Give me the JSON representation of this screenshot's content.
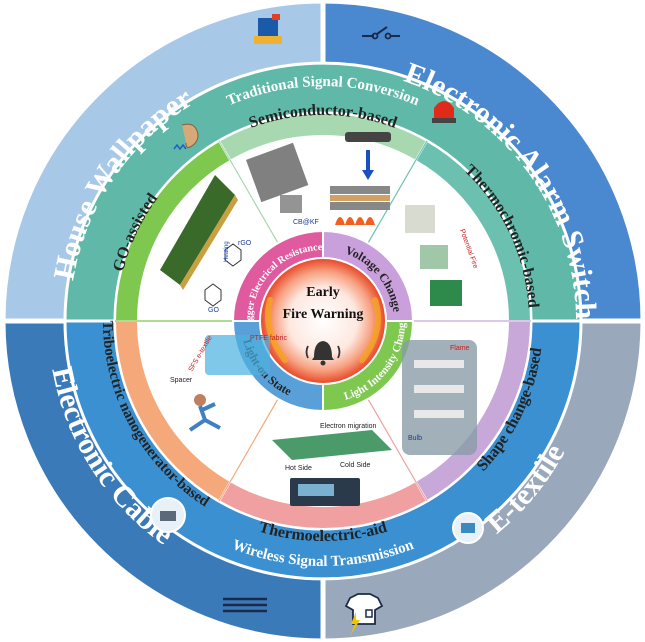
{
  "center": {
    "title_line1": "Early",
    "title_line2": "Fire Warning",
    "icon": "bell-icon"
  },
  "inner_ring": [
    {
      "label": "Trigger Electrical Resistance",
      "color": "#e05aa0"
    },
    {
      "label": "Voltage Change",
      "color": "#c9a0dc"
    },
    {
      "label": "Light Intensity Change",
      "color": "#7ec850"
    },
    {
      "label": "Light-on State",
      "color": "#5aa0d8"
    }
  ],
  "middle_ring": [
    {
      "label": "Semiconductor-based",
      "color": "#a8d8b0"
    },
    {
      "label": "Thermochromic-based",
      "color": "#6cc0b0"
    },
    {
      "label": "Shape change-based",
      "color": "#c8a8d8"
    },
    {
      "label": "Thermoelectric-aid",
      "color": "#f0a0a0"
    },
    {
      "label": "Triboelectric nanogenerator-based",
      "color": "#f5a87a"
    },
    {
      "label": "GO-assisted",
      "color": "#7ec850"
    }
  ],
  "signal_ring": {
    "top_label": "Traditional Signal Conversion",
    "bottom_label": "Wireless Signal Transmission",
    "top_color": "#5fb8a8",
    "bottom_color": "#3a90d0"
  },
  "outer_ring": [
    {
      "label": "House Wallpaper",
      "color": "#a8c8e8",
      "icon": "wallpaper-icon"
    },
    {
      "label": "Electronic Alarm Switch",
      "color": "#4a88d0",
      "icon": "switch-icon"
    },
    {
      "label": "E-textile",
      "color": "#9aa8bc",
      "icon": "shirt-icon"
    },
    {
      "label": "Electronic Cable",
      "color": "#3a7ab8",
      "icon": "cable-icon"
    }
  ],
  "panel_texts": {
    "cb_label": "CB@KF",
    "potential_fire": "Potential Fire",
    "electron_migration": "Electron migration",
    "hot_side": "Hot Side",
    "cold_side": "Cold Side",
    "ptfe_fabric": "PTFE fabric",
    "sfs_textile": "SFS e-textile",
    "spacer": "Spacer",
    "go": "GO",
    "rgo": "rGO",
    "heating": "Heating",
    "bulb": "Bulb",
    "flame": "Flame"
  }
}
